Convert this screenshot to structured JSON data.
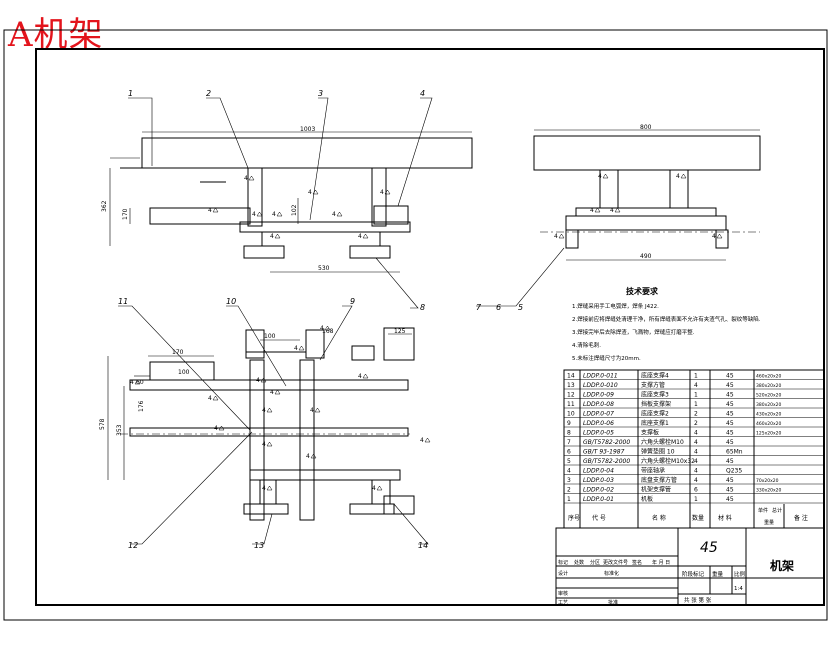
{
  "title_overlay": "A机架",
  "dims": {
    "front_top": "1003",
    "front_bottom": "530",
    "front_height": "362",
    "front_inner": "170",
    "front_right_h": "102",
    "side_top": "800",
    "side_bottom": "490",
    "plan_w1": "170",
    "plan_w2": "100",
    "plan_w3": "60",
    "plan_h1": "578",
    "plan_h2": "353",
    "plan_h3": "176",
    "plan_right": "125",
    "plan_bot": "168",
    "weld_label": "4"
  },
  "callouts": [
    "1",
    "2",
    "3",
    "4",
    "8",
    "7",
    "6",
    "5",
    "11",
    "10",
    "9",
    "12",
    "13",
    "14"
  ],
  "tech": {
    "heading": "技术要求",
    "notes": [
      "1.焊缝采用手工电弧焊，焊条 J422.",
      "2.焊接前应将焊缝处清理干净，所有焊缝表面不允许有夹渣气孔、裂纹等缺陷.",
      "3.焊接完毕后去除焊渣，飞溅物，焊缝应打磨平整.",
      "4.清除毛刺.",
      "5.未标注焊缝尺寸为20mm."
    ]
  },
  "bom": {
    "rows": [
      {
        "no": "14",
        "code": "LDDP.0-011",
        "name": "底座支撑4",
        "qty": "1",
        "mat": "45",
        "note": "460x20x20"
      },
      {
        "no": "13",
        "code": "LDDP.0-010",
        "name": "支撑方管",
        "qty": "4",
        "mat": "45",
        "note": "380x20x20"
      },
      {
        "no": "12",
        "code": "LDDP.0-09",
        "name": "底座支撑3",
        "qty": "1",
        "mat": "45",
        "note": "520x20x20"
      },
      {
        "no": "11",
        "code": "LDDP.0-08",
        "name": "挡板支撑架",
        "qty": "1",
        "mat": "45",
        "note": "380x20x20"
      },
      {
        "no": "10",
        "code": "LDDP.0-07",
        "name": "底座支撑2",
        "qty": "2",
        "mat": "45",
        "note": "430x20x20"
      },
      {
        "no": "9",
        "code": "LDDP.0-06",
        "name": "底座支撑1",
        "qty": "2",
        "mat": "45",
        "note": "460x20x20"
      },
      {
        "no": "8",
        "code": "LDDP.0-05",
        "name": "支撑板",
        "qty": "4",
        "mat": "45",
        "note": "125x20x20"
      },
      {
        "no": "7",
        "code": "GB/T5782-2000",
        "name": "六角头螺栓M10",
        "qty": "4",
        "mat": "45",
        "note": ""
      },
      {
        "no": "6",
        "code": "GB/T 93-1987",
        "name": "弹簧垫圈 10",
        "qty": "4",
        "mat": "65Mn",
        "note": ""
      },
      {
        "no": "5",
        "code": "GB/T5782-2000",
        "name": "六角头螺栓M10x32",
        "qty": "4",
        "mat": "45",
        "note": ""
      },
      {
        "no": "4",
        "code": "LDDP.0-04",
        "name": "带座轴承",
        "qty": "4",
        "mat": "Q235",
        "note": ""
      },
      {
        "no": "3",
        "code": "LDDP.0-03",
        "name": "底盘支撑方管",
        "qty": "4",
        "mat": "45",
        "note": "70x20x20"
      },
      {
        "no": "2",
        "code": "LDDP.0-02",
        "name": "机架支撑管",
        "qty": "6",
        "mat": "45",
        "note": "330x20x20"
      },
      {
        "no": "1",
        "code": "LDDP.0-01",
        "name": "机板",
        "qty": "1",
        "mat": "45",
        "note": ""
      }
    ],
    "header": {
      "no": "序号",
      "code": "代  号",
      "name": "名  称",
      "qty": "数量",
      "mat": "材  料",
      "unit_w": "单件",
      "total_w": "总计",
      "weight": "重量",
      "note": "备  注"
    }
  },
  "title_block": {
    "material": "45",
    "name": "机架",
    "scale_label": "比例",
    "scale": "1:4",
    "weight_label": "重量",
    "stage_label": "阶段标记",
    "sheets": "共  张   第  张",
    "row1": [
      "标记",
      "处数",
      "分区",
      "更改文件号",
      "签名",
      "年 月 日"
    ],
    "design": "设计",
    "standard": "标准化",
    "review": "审核",
    "process": "工艺",
    "approve": "批准"
  }
}
